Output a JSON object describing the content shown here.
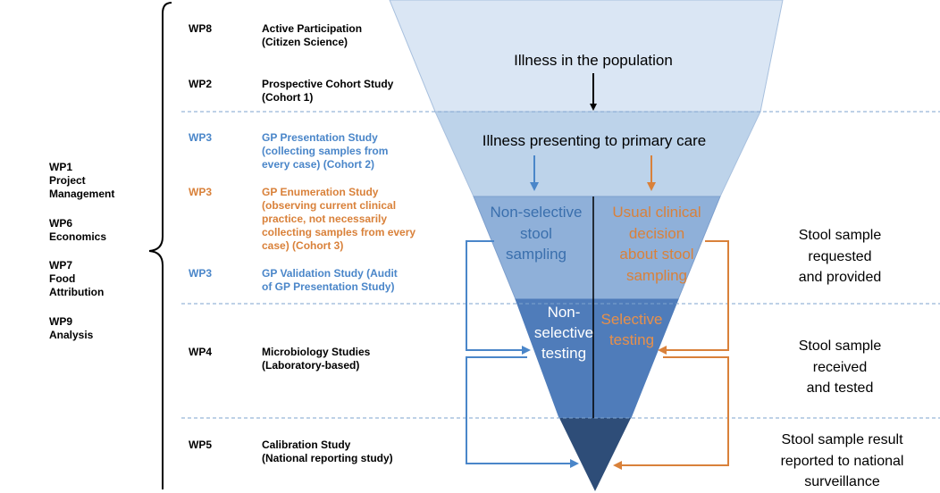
{
  "colors": {
    "blue": "#4a86c9",
    "orange": "#d9813a",
    "funnel_layer_1": "#dae6f4",
    "funnel_layer_2": "#bdd3ea",
    "funnel_layer_3": "#8fb0d9",
    "funnel_layer_4": "#4f7cba",
    "funnel_layer_5": "#2e4d78"
  },
  "left_groups": [
    {
      "code": "WP1",
      "lines": [
        "Project",
        "Management"
      ]
    },
    {
      "code": "WP6",
      "lines": [
        "Economics"
      ]
    },
    {
      "code": "WP7",
      "lines": [
        "Food",
        "Attribution"
      ]
    },
    {
      "code": "WP9",
      "lines": [
        "Analysis"
      ]
    }
  ],
  "rows": [
    {
      "wp": "WP8",
      "color": "black",
      "lines": [
        "Active Participation",
        "(Citizen Science)"
      ]
    },
    {
      "wp": "WP2",
      "color": "black",
      "lines": [
        "Prospective Cohort Study",
        "(Cohort 1)"
      ]
    },
    {
      "wp": "WP3",
      "color": "blue",
      "lines": [
        "GP Presentation Study",
        "(collecting samples from",
        "every case) (Cohort 2)"
      ]
    },
    {
      "wp": "WP3",
      "color": "orange",
      "lines": [
        "GP Enumeration Study",
        "(observing current clinical",
        "practice, not necessarily",
        "collecting samples from every",
        "case) (Cohort 3)"
      ]
    },
    {
      "wp": "WP3",
      "color": "blue",
      "lines": [
        "GP Validation Study (Audit",
        "of GP Presentation Study)"
      ]
    },
    {
      "wp": "WP4",
      "color": "black",
      "lines": [
        "Microbiology Studies",
        "(Laboratory-based)"
      ]
    },
    {
      "wp": "WP5",
      "color": "black",
      "lines": [
        "Calibration Study",
        "(National reporting study)"
      ]
    }
  ],
  "funnel": {
    "top_label": "Illness in the population",
    "primary_care_label": "Illness presenting to primary care",
    "nonselective_sampling": [
      "Non-selective",
      "stool",
      "sampling"
    ],
    "usual_clinical": [
      "Usual clinical",
      "decision",
      "about stool",
      "sampling"
    ],
    "nonselective_testing": [
      "Non-",
      "selective",
      "testing"
    ],
    "selective_testing": [
      "Selective",
      "testing"
    ]
  },
  "stages": [
    {
      "lines": [
        "Stool sample",
        "requested",
        "and provided"
      ]
    },
    {
      "lines": [
        "Stool sample",
        "received",
        "and tested"
      ]
    },
    {
      "lines": [
        "Stool sample result",
        "reported to national",
        "surveillance"
      ]
    }
  ]
}
